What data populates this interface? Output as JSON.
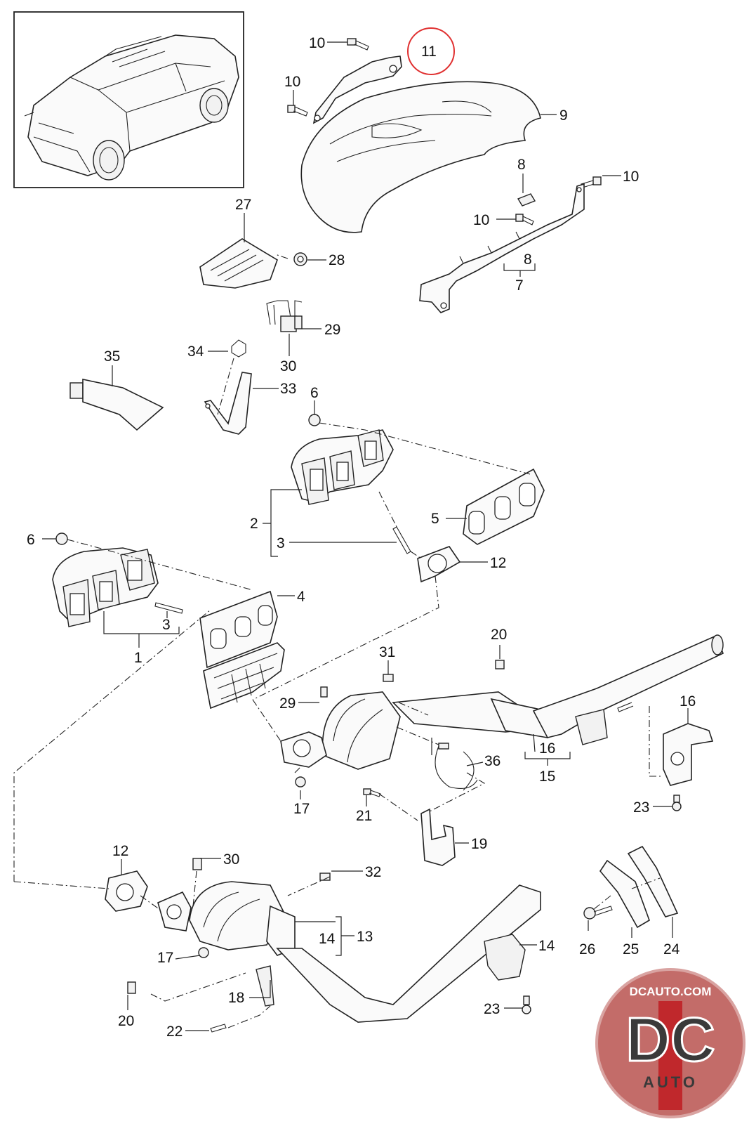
{
  "callouts": {
    "c1": "1",
    "c2": "2",
    "c3a": "3",
    "c3b": "3",
    "c4": "4",
    "c5": "5",
    "c6a": "6",
    "c6b": "6",
    "c7": "7",
    "c8a": "8",
    "c8b": "8",
    "c9": "9",
    "c10a": "10",
    "c10b": "10",
    "c10c": "10",
    "c10d": "10",
    "c11": "11",
    "c12a": "12",
    "c12b": "12",
    "c13": "13",
    "c14a": "14",
    "c14b": "14",
    "c15": "15",
    "c16a": "16",
    "c16b": "16",
    "c17a": "17",
    "c17b": "17",
    "c18": "18",
    "c19": "19",
    "c20a": "20",
    "c20b": "20",
    "c21": "21",
    "c22": "22",
    "c23a": "23",
    "c23b": "23",
    "c24": "24",
    "c25": "25",
    "c26": "26",
    "c27": "27",
    "c28": "28",
    "c29a": "29",
    "c29b": "29",
    "c30a": "30",
    "c30b": "30",
    "c31": "31",
    "c32": "32",
    "c33": "33",
    "c34": "34",
    "c35": "35",
    "c36": "36"
  },
  "watermark": {
    "site": "DCAUTO.COM",
    "letters": "DC",
    "word": "AUTO"
  },
  "colors": {
    "highlight_circle": "#e03030",
    "logo_red": "#c0282c",
    "logo_grey": "#3a3a3a"
  }
}
